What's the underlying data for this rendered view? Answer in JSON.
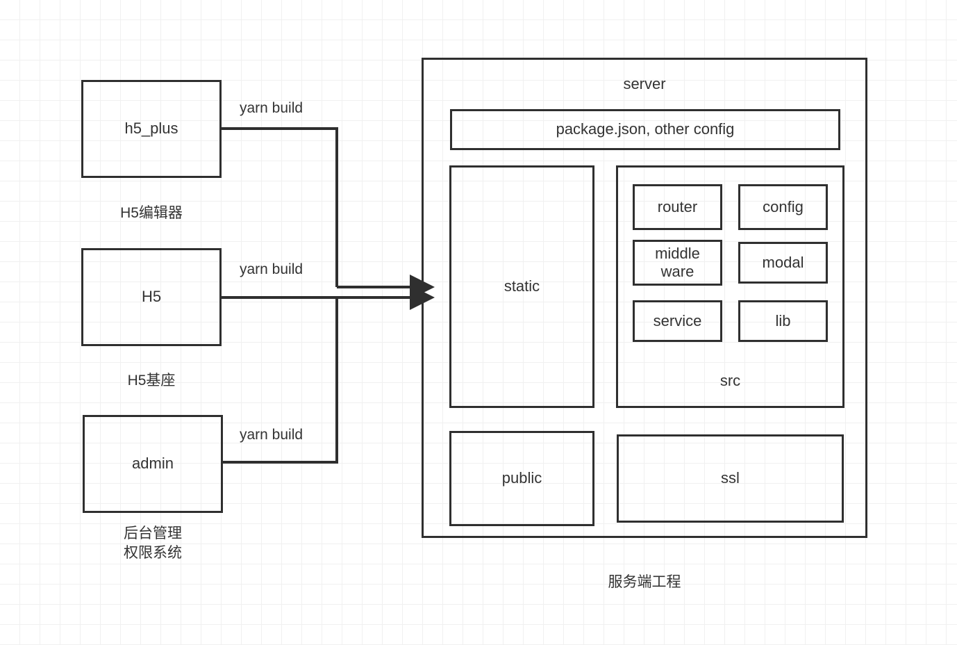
{
  "diagram": {
    "title_caption": "服务端工程",
    "left_column": [
      {
        "id": "h5_plus",
        "label": "h5_plus",
        "caption": "H5编辑器",
        "edge_label": "yarn build"
      },
      {
        "id": "h5",
        "label": "H5",
        "caption": "H5基座",
        "edge_label": "yarn build"
      },
      {
        "id": "admin",
        "label": "admin",
        "caption": "后台管理\n权限系统",
        "edge_label": "yarn build"
      }
    ],
    "server": {
      "title": "server",
      "config_box": "package.json, other config",
      "static_box": "static",
      "public_box": "public",
      "ssl_box": "ssl",
      "src": {
        "title": "src",
        "items": [
          "router",
          "config",
          "middle\nware",
          "modal",
          "service",
          "lib"
        ]
      }
    },
    "colors": {
      "stroke": "#2f2f2f",
      "text": "#333333",
      "grid_minor": "#f0f0f0",
      "grid_major": "#e6e6e6",
      "background": "#ffffff"
    }
  }
}
